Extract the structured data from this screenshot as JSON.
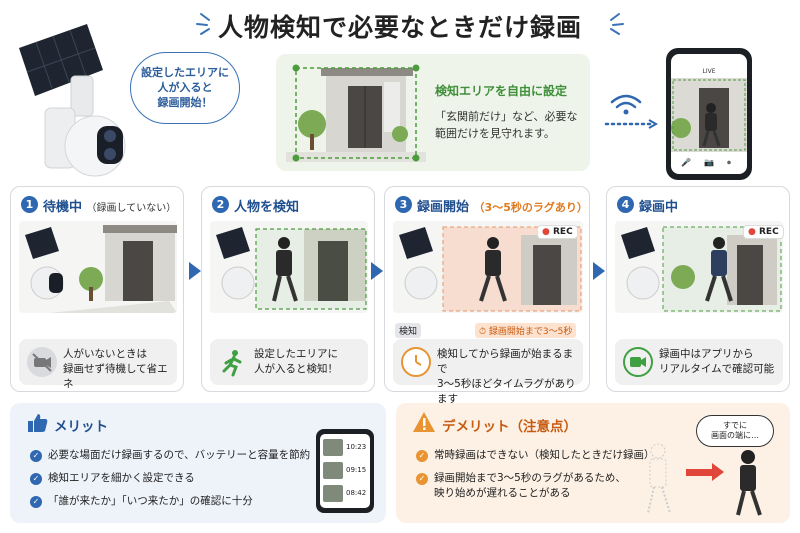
{
  "title": "人物検知で必要なときだけ録画",
  "speech_bubble": "設定したエリアに人が入ると録画開始！",
  "speech_lines": [
    "設定したエリアに",
    "人が入ると",
    "録画開始！"
  ],
  "detection_zone": {
    "title": "検知エリアを自由に設定",
    "description": "「玄関前だけ」など、必要な範囲だけを見守れます。",
    "desc_lines": [
      "「玄関前だけ」など、必要な",
      "範囲だけを見守れます。"
    ]
  },
  "phone_live_label": "LIVE",
  "steps": [
    {
      "num": "1",
      "title": "待機中",
      "subtitle": "（録画していない）",
      "caption_lines": [
        "人がいないときは",
        "録画せず待機して省エネ"
      ]
    },
    {
      "num": "2",
      "title": "人物を検知",
      "subtitle": "",
      "caption_lines": [
        "設定したエリアに",
        "人が入ると検知！"
      ]
    },
    {
      "num": "3",
      "title": "録画開始",
      "subtitle": "（3〜5秒のラグあり）",
      "caption_lines": [
        "検知してから録画が始まるまで",
        "3〜5秒ほどタイムラグがあります"
      ]
    },
    {
      "num": "4",
      "title": "録画中",
      "subtitle": "",
      "caption_lines": [
        "録画中はアプリから",
        "リアルタイムで確認可能"
      ]
    }
  ],
  "rec_label": "REC",
  "timeline": {
    "detect_label": "検知",
    "lag_label": "録画開始まで3〜5秒"
  },
  "merit": {
    "title": "メリット",
    "items": [
      "必要な場面だけ録画するので、バッテリーと容量を節約",
      "検知エリアを細かく設定できる",
      "「誰が来たか」「いつ来たか」の確認に十分"
    ],
    "clip_times": [
      "10:23",
      "09:15",
      "08:42"
    ]
  },
  "demerit": {
    "title": "デメリット（注意点）",
    "items": [
      "常時録画はできない（検知したときだけ録画）"
    ],
    "item2_lines": [
      "録画開始まで3〜5秒のラグがあるため、",
      "映り始めが遅れることがある"
    ],
    "bubble_lines": [
      "すでに",
      "画面の端に…"
    ]
  },
  "colors": {
    "accent": "#2f67b0",
    "green": "#3f8f3a",
    "orange": "#e07a1f",
    "red": "#e0463a"
  }
}
